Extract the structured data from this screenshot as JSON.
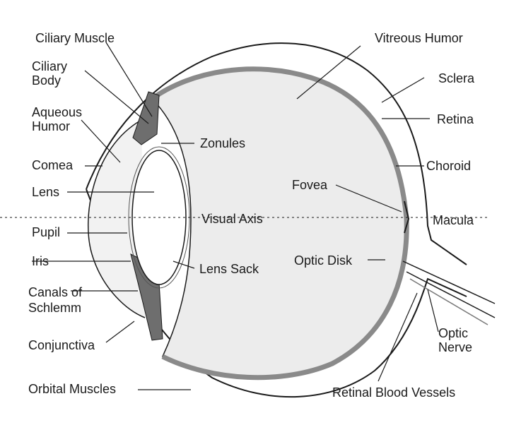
{
  "labels": {
    "ciliary_muscle": "Ciliary Muscle",
    "ciliary_body_1": "Ciliary",
    "ciliary_body_2": "Body",
    "aqueous_humor_1": "Aqueous",
    "aqueous_humor_2": "Humor",
    "cornea": "Comea",
    "lens": "Lens",
    "pupil": "Pupil",
    "iris": "Iris",
    "canals_1": "Canals of",
    "canals_2": "Schlemm",
    "conjunctiva": "Conjunctiva",
    "orbital_muscles": "Orbital Muscles",
    "vitreous_humor": "Vitreous Humor",
    "sclera": "Sclera",
    "retina": "Retina",
    "choroid": "Choroid",
    "zonules": "Zonules",
    "fovea": "Fovea",
    "visual_axis": "Visual Axis",
    "macula": "Macula",
    "optic_disk": "Optic Disk",
    "lens_sack": "Lens Sack",
    "optic_nerve_1": "Optic",
    "optic_nerve_2": "Nerve",
    "retinal_blood_vessels": "Retinal Blood Vessels"
  },
  "colors": {
    "ink": "#1a1a1a",
    "vitreous": "#ececec",
    "choroid_band": "#8a8a8a",
    "muscle": "#6e6e6e",
    "aqueous": "#f2f2f2"
  }
}
